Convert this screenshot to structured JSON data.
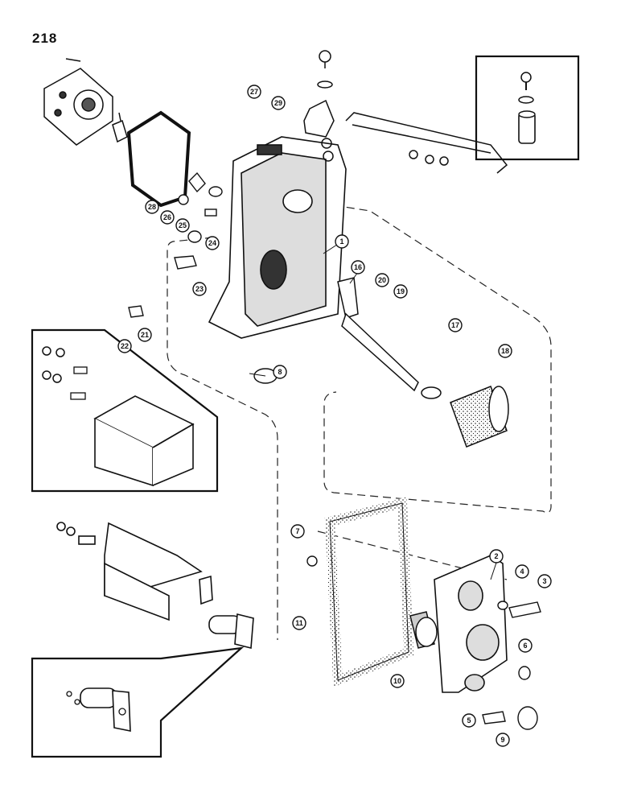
{
  "page": {
    "number": "218"
  },
  "callouts": [
    "1",
    "2",
    "3",
    "4",
    "5",
    "6",
    "7",
    "8",
    "9",
    "10",
    "11",
    "16",
    "17",
    "18",
    "19",
    "20",
    "21",
    "22",
    "23",
    "24",
    "25",
    "26",
    "27",
    "28",
    "29"
  ]
}
